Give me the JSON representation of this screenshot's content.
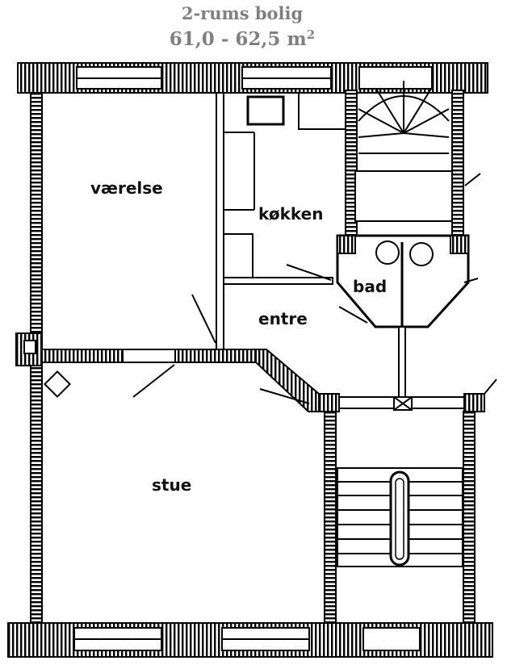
{
  "title": {
    "line1": "2-rums bolig",
    "area": "61,0 - 62,5 m",
    "area_sup": "2"
  },
  "rooms": {
    "vaerelse": "værelse",
    "kokken": "køkken",
    "bad": "bad",
    "entre": "entre",
    "stue": "stue"
  }
}
